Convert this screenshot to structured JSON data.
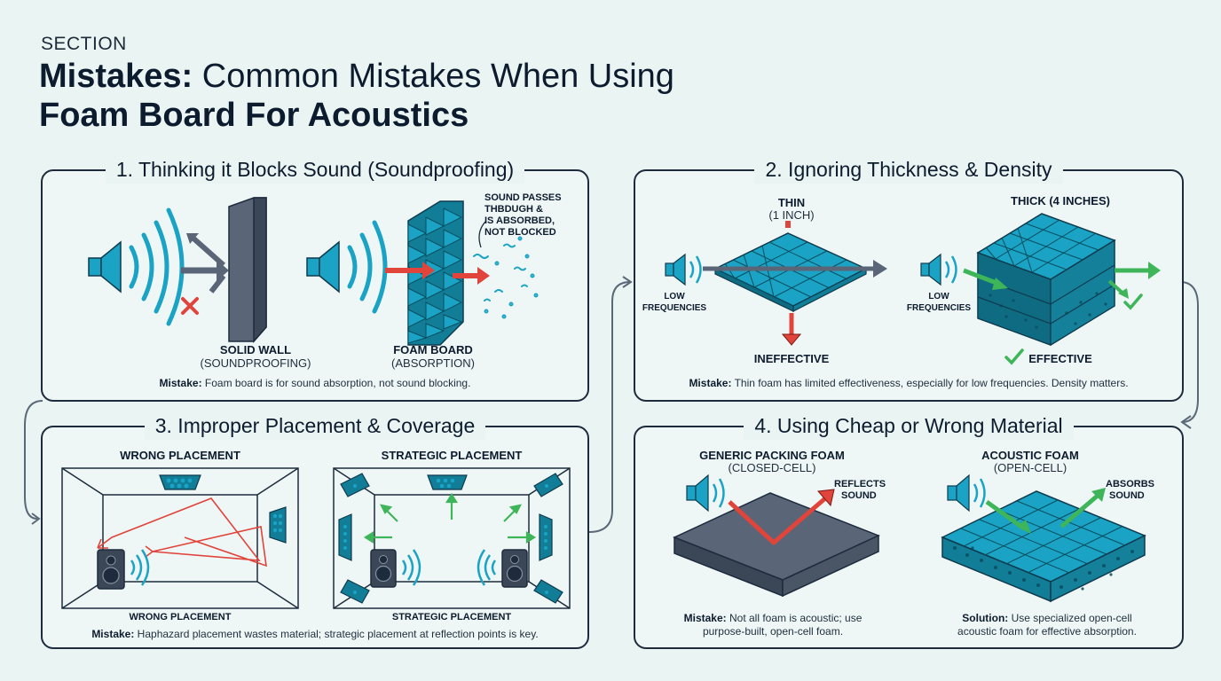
{
  "header": {
    "kicker": "SECTION",
    "title_bold": "Mistakes:",
    "title_rest": " Common Mistakes When Using",
    "title_line2": "Foam Board For Acoustics"
  },
  "panels": {
    "p1": {
      "title": "1. Thinking it Blocks Sound (Soundproofing)",
      "wall_label": "SOLID WALL",
      "wall_sub": "(SOUNDPROOFING)",
      "foam_label": "FOAM BOARD",
      "foam_sub": "(ABSORPTION)",
      "annotation_l1": "SOUND PASSES",
      "annotation_l2": "THBDUGH &",
      "annotation_l3": "IS ABSORBED,",
      "annotation_l4": "NOT BLOCKED",
      "note_bold": "Mistake:",
      "note_text": " Foam board is for sound absorption, not sound blocking."
    },
    "p2": {
      "title": "2. Ignoring Thickness & Density",
      "thin_label": "THIN",
      "thin_sub": "(1 INCH)",
      "thick_label": "THICK (4 INCHES)",
      "low_freq_l1": "LOW",
      "low_freq_l2": "FREQUENCIES",
      "ineffective": "INEFFECTIVE",
      "effective": "EFFECTIVE",
      "note_bold": "Mistake:",
      "note_text": " Thin foam has limited effectiveness, especially for low frequencies. Density matters."
    },
    "p3": {
      "title": "3. Improper Placement & Coverage",
      "wrong_top": "WRONG PLACEMENT",
      "strategic_top": "STRATEGIC PLACEMENT",
      "wrong_bottom": "WRONG PLACEMENT",
      "strategic_bottom": "STRATEGIC PLACEMENT",
      "note_bold": "Mistake:",
      "note_text": " Haphazard placement wastes material; strategic placement at reflection points is key."
    },
    "p4": {
      "title": "4. Using Cheap or Wrong Material",
      "generic_label": "GENERIC PACKING FOAM",
      "generic_sub": "(CLOSED-CELL)",
      "acoustic_label": "ACOUSTIC FOAM",
      "acoustic_sub": "(OPEN-CELL)",
      "reflects_l1": "REFLECTS",
      "reflects_l2": "SOUND",
      "absorbs_l1": "ABSORBS",
      "absorbs_l2": "SOUND",
      "note1_bold": "Mistake:",
      "note1_l1": " Not all foam is acoustic; use",
      "note1_l2": "purpose-built, open-cell foam.",
      "note2_bold": "Solution:",
      "note2_l1": " Use specialized open-cell",
      "note2_l2": "acoustic foam for effective absorption."
    }
  },
  "colors": {
    "accent_blue": "#1aa3c4",
    "foam_dark": "#117d97",
    "wrong_red": "#e0443b",
    "right_green": "#3fb55a",
    "ink": "#1d2b3d"
  },
  "icons": [
    "speaker-icon",
    "sound-wave-icon",
    "cross-icon",
    "check-icon",
    "arrow-icon",
    "foam-panel-icon",
    "studio-monitor-icon"
  ]
}
